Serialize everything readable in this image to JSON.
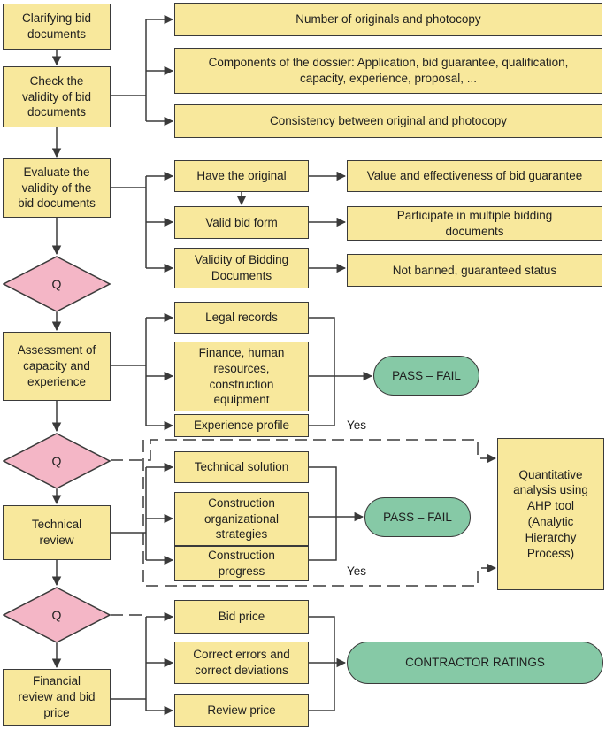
{
  "nodes": {
    "clarify": "Clarifying bid\ndocuments",
    "check": "Check the\nvalidity of bid\ndocuments",
    "num_originals": "Number of originals and photocopy",
    "components": "Components of the dossier: Application, bid guarantee, qualification,\ncapacity, experience, proposal, ...",
    "consistency": "Consistency between original and photocopy",
    "evaluate": "Evaluate the\nvalidity of the\nbid documents",
    "have_original": "Have the original",
    "valid_form": "Valid bid form",
    "validity_docs": "Validity of Bidding\nDocuments",
    "value_guarantee": "Value and effectiveness of bid guarantee",
    "multiple_docs": "Participate in multiple bidding\ndocuments",
    "not_banned": "Not banned, guaranteed status",
    "assessment": "Assessment of\ncapacity and\nexperience",
    "legal": "Legal records",
    "finance": "Finance, human\nresources,\nconstruction\nequipment",
    "experience": "Experience profile",
    "pass_fail_1": "PASS – FAIL",
    "technical_review": "Technical\nreview",
    "tech_solution": "Technical solution",
    "strategies": "Construction\norganizational\nstrategies",
    "progress": "Construction\nprogress",
    "pass_fail_2": "PASS – FAIL",
    "ahp": "Quantitative\nanalysis using\nAHP tool\n(Analytic\nHierarchy\nProcess)",
    "financial_review": "Financial\nreview and bid\nprice",
    "bid_price": "Bid price",
    "correct_errors": "Correct errors and\ncorrect deviations",
    "review_price": "Review price",
    "ratings": "CONTRACTOR RATINGS"
  },
  "decisions": {
    "q1": "Q",
    "q2": "Q",
    "q3": "Q"
  },
  "labels": {
    "yes_1": "Yes",
    "yes_2": "Yes"
  },
  "colors": {
    "box_fill": "#f8e89c",
    "pill_fill": "#86c9a6",
    "diamond_fill": "#f4b6c6",
    "stroke": "#3a3a3a"
  }
}
